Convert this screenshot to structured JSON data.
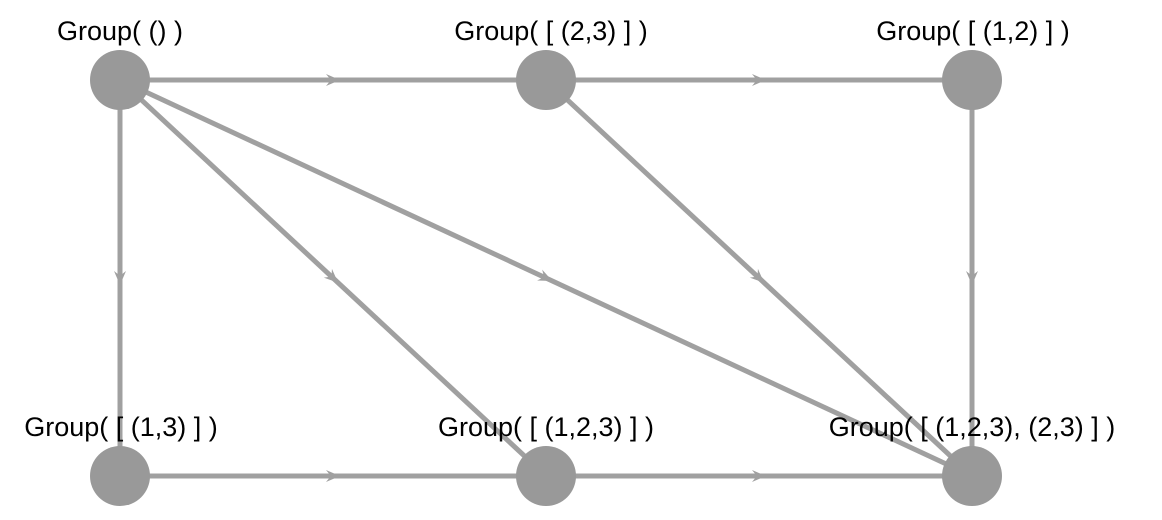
{
  "diagram": {
    "colors": {
      "node": "#999999",
      "edge": "#a0a0a0",
      "arrow": "#a0a0a0",
      "label": "#000000"
    },
    "nodes": [
      {
        "id": "n0",
        "label": "Group( () )"
      },
      {
        "id": "n1",
        "label": "Group( [ (2,3) ] )"
      },
      {
        "id": "n2",
        "label": "Group( [ (1,2) ] )"
      },
      {
        "id": "n3",
        "label": "Group( [ (1,3) ] )"
      },
      {
        "id": "n4",
        "label": "Group( [ (1,2,3) ] )"
      },
      {
        "id": "n5",
        "label": "Group( [ (1,2,3), (2,3) ] )"
      }
    ],
    "edges": [
      {
        "from": "n0",
        "to": "n1"
      },
      {
        "from": "n1",
        "to": "n2"
      },
      {
        "from": "n0",
        "to": "n3"
      },
      {
        "from": "n0",
        "to": "n4"
      },
      {
        "from": "n0",
        "to": "n5"
      },
      {
        "from": "n1",
        "to": "n5"
      },
      {
        "from": "n2",
        "to": "n5"
      },
      {
        "from": "n3",
        "to": "n4"
      },
      {
        "from": "n4",
        "to": "n5"
      }
    ]
  }
}
